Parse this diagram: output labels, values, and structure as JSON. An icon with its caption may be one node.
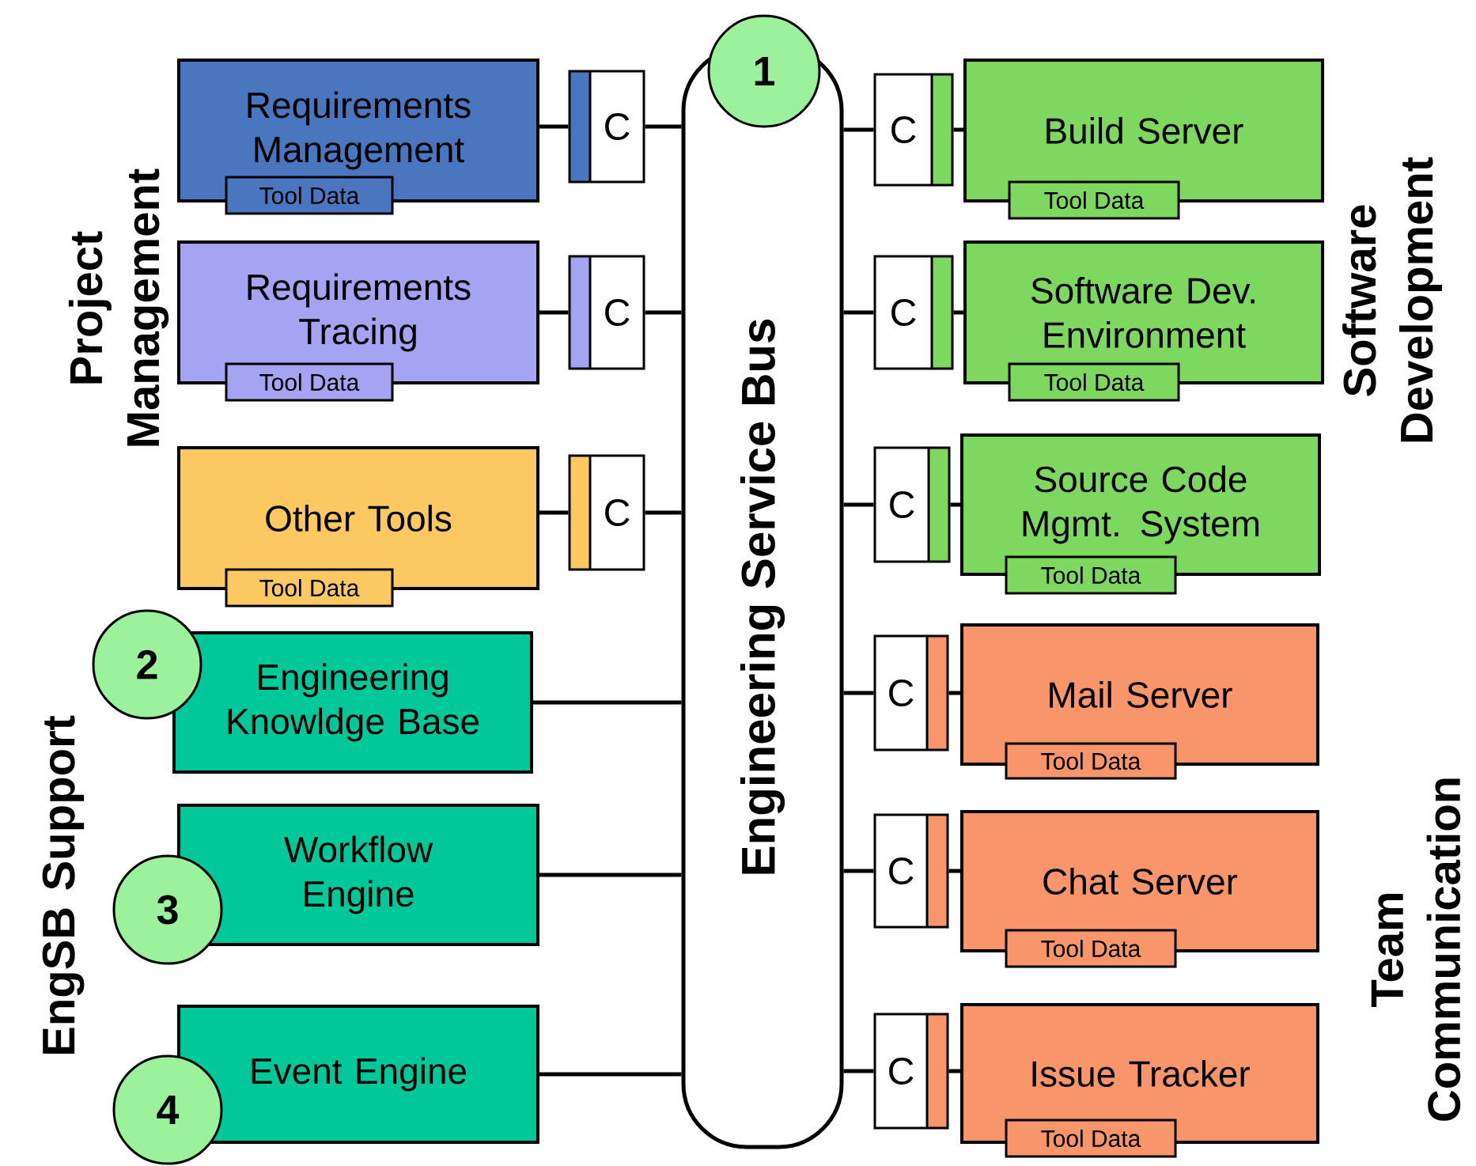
{
  "diagram": {
    "nodes": [
      {
        "text": [
          "Engineering Service Bus"
        ]
      },
      {
        "text": [
          "1"
        ]
      },
      {
        "text": [
          "Requirements Management"
        ]
      },
      {
        "text": [
          "Tool Data"
        ]
      },
      {
        "text": [
          "C"
        ]
      },
      {
        "text": [
          "Requirements Tracing"
        ]
      },
      {
        "text": [
          "Tool Data"
        ]
      },
      {
        "text": [
          "C"
        ]
      },
      {
        "text": [
          "Other Tools"
        ]
      },
      {
        "text": [
          "Tool Data"
        ]
      },
      {
        "text": [
          "C"
        ]
      },
      {
        "text": [
          "2"
        ]
      },
      {
        "text": [
          "Engineering Knowldge Base"
        ]
      },
      {
        "text": [
          "Workflow Engine"
        ]
      },
      {
        "text": [
          "3"
        ]
      },
      {
        "text": [
          "Event Engine"
        ]
      },
      {
        "text": [
          "4"
        ]
      },
      {
        "text": [
          "C"
        ]
      },
      {
        "text": [
          "Build Server"
        ]
      },
      {
        "text": [
          "Tool Data"
        ]
      },
      {
        "text": [
          "C"
        ]
      },
      {
        "text": [
          "Software Dev. Environment"
        ]
      },
      {
        "text": [
          "Tool Data"
        ]
      },
      {
        "text": [
          "C"
        ]
      },
      {
        "text": [
          "Source Code Mgmt. System"
        ]
      },
      {
        "text": [
          "Tool Data"
        ]
      },
      {
        "text": [
          "C"
        ]
      },
      {
        "text": [
          "Mail Server"
        ]
      },
      {
        "text": [
          "Tool Data"
        ]
      },
      {
        "text": [
          "C"
        ]
      },
      {
        "text": [
          "Chat Server"
        ]
      },
      {
        "text": [
          "Tool Data"
        ]
      },
      {
        "text": [
          "C"
        ]
      },
      {
        "text": [
          "Issue Tracker"
        ]
      },
      {
        "text": [
          "Tool Data"
        ]
      }
    ],
    "edges": [
      {
        "from": 2,
        "to": 4,
        "arrow": "none"
      },
      {
        "from": 4,
        "to": 0,
        "arrow": "none"
      },
      {
        "from": 5,
        "to": 7,
        "arrow": "none"
      },
      {
        "from": 7,
        "to": 0,
        "arrow": "none"
      },
      {
        "from": 8,
        "to": 10,
        "arrow": "none"
      },
      {
        "from": 10,
        "to": 0,
        "arrow": "none"
      },
      {
        "from": 12,
        "to": 0,
        "arrow": "none"
      },
      {
        "from": 13,
        "to": 0,
        "arrow": "none"
      },
      {
        "from": 15,
        "to": 0,
        "arrow": "none"
      },
      {
        "from": 0,
        "to": 17,
        "arrow": "none"
      },
      {
        "from": 17,
        "to": 18,
        "arrow": "none"
      },
      {
        "from": 0,
        "to": 20,
        "arrow": "none"
      },
      {
        "from": 20,
        "to": 21,
        "arrow": "none"
      },
      {
        "from": 0,
        "to": 23,
        "arrow": "none"
      },
      {
        "from": 23,
        "to": 24,
        "arrow": "none"
      },
      {
        "from": 0,
        "to": 26,
        "arrow": "none"
      },
      {
        "from": 26,
        "to": 27,
        "arrow": "none"
      },
      {
        "from": 0,
        "to": 29,
        "arrow": "none"
      },
      {
        "from": 29,
        "to": 30,
        "arrow": "none"
      },
      {
        "from": 0,
        "to": 32,
        "arrow": "none"
      },
      {
        "from": 32,
        "to": 33,
        "arrow": "none"
      }
    ],
    "labels": [
      "Project Management",
      "Software Development",
      "EngSB Support",
      "Team Communication"
    ]
  }
}
